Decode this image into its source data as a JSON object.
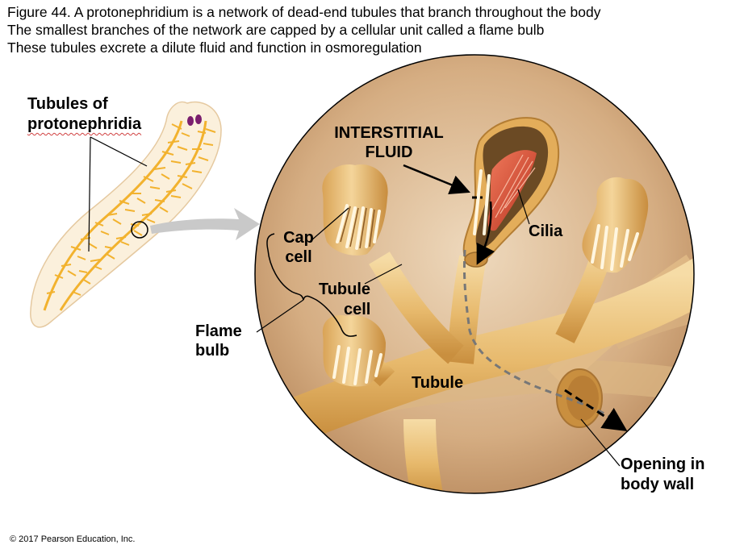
{
  "caption": {
    "line1": "Figure 44. A protonephridium is a network of dead-end tubules that branch throughout the body",
    "line2": "The smallest branches of the network are capped by a cellular unit called a flame bulb",
    "line3": "These tubules excrete a dilute fluid and function in osmoregulation"
  },
  "labels": {
    "tubules_line1": "Tubules of",
    "tubules_line2": "protonephridia",
    "interstitial_line1": "INTERSTITIAL",
    "interstitial_line2": "FLUID",
    "cilia": "Cilia",
    "cap_line1": "Cap",
    "cap_line2": "cell",
    "tubule_cell_line1": "Tubule",
    "tubule_cell_line2": "cell",
    "flame_line1": "Flame",
    "flame_line2": "bulb",
    "tubule": "Tubule",
    "opening_line1": "Opening in",
    "opening_line2": "body wall"
  },
  "copyright": "© 2017 Pearson Education, Inc.",
  "colors": {
    "tube": "#e9c07a",
    "tube_dark": "#c9913d",
    "circle_bg": "#d9b48c",
    "flatworm_body": "#fbf0dc",
    "flatworm_tubule": "#f2b22e",
    "cilia": "#d9442e",
    "eyespot": "#7a1e6e"
  }
}
